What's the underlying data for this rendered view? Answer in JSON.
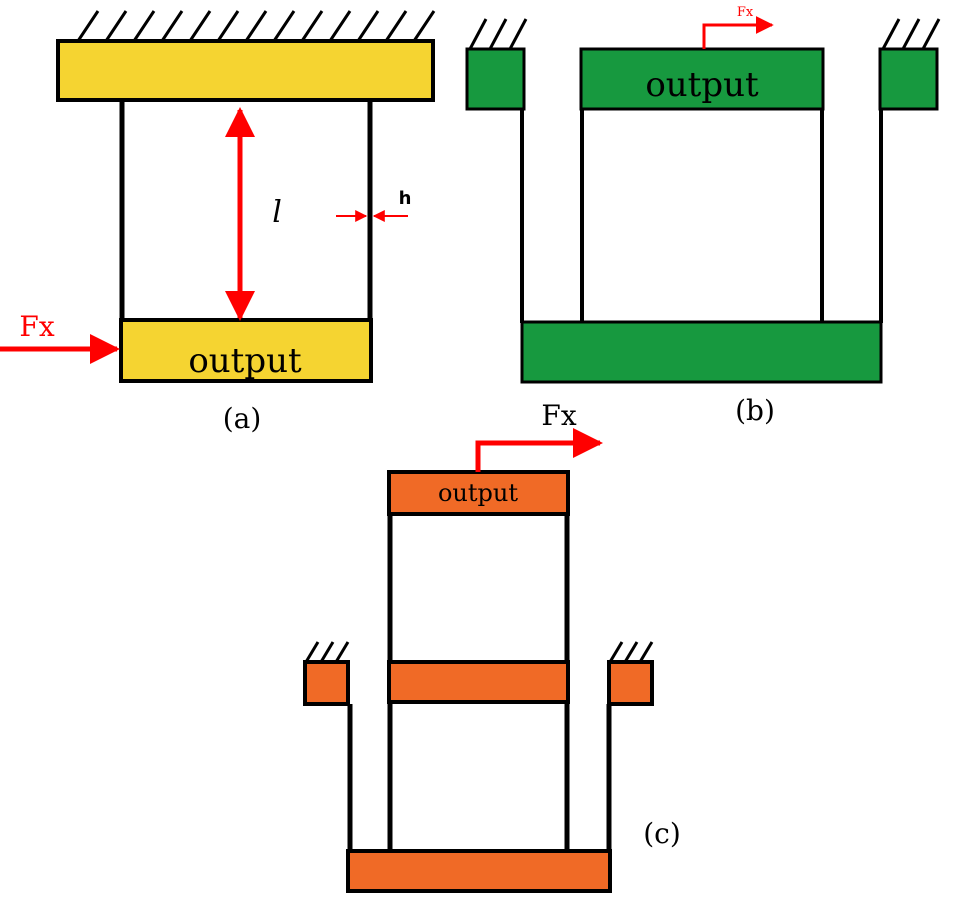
{
  "colors": {
    "a_fill": "#F5D431",
    "b_fill": "#17993F",
    "c_fill": "#F06A26",
    "outline": "#000000",
    "annotation": "#FF0000",
    "background": "#FFFFFF"
  },
  "diagrams": {
    "a": {
      "caption": "(a)",
      "output_label": "output",
      "force_label": "Fx",
      "length_label": "l",
      "thickness_label": "h"
    },
    "b": {
      "caption": "(b)",
      "output_label": "output",
      "force_label": "Fx"
    },
    "c": {
      "caption": "(c)",
      "output_label": "output",
      "force_label": "Fx"
    }
  }
}
